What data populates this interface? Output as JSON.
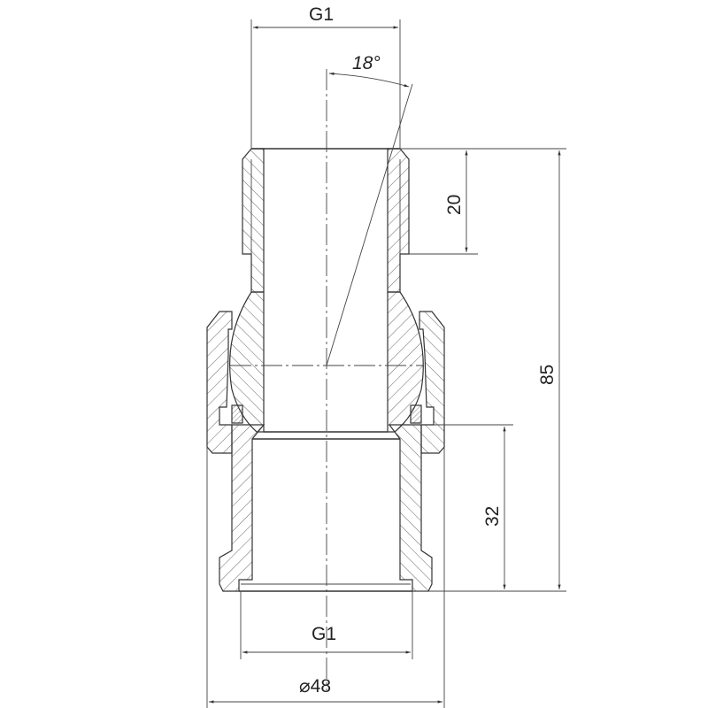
{
  "drawing": {
    "title": "Ball joint pipe union cross-section",
    "dimensions": {
      "top_thread": "G1",
      "angle": "18°",
      "top_thread_length": "20",
      "overall_length": "85",
      "bottom_thread_length": "32",
      "bottom_thread": "G1",
      "nut_diameter": "⌀48"
    },
    "line_color": "#333333",
    "background": "#ffffff"
  }
}
